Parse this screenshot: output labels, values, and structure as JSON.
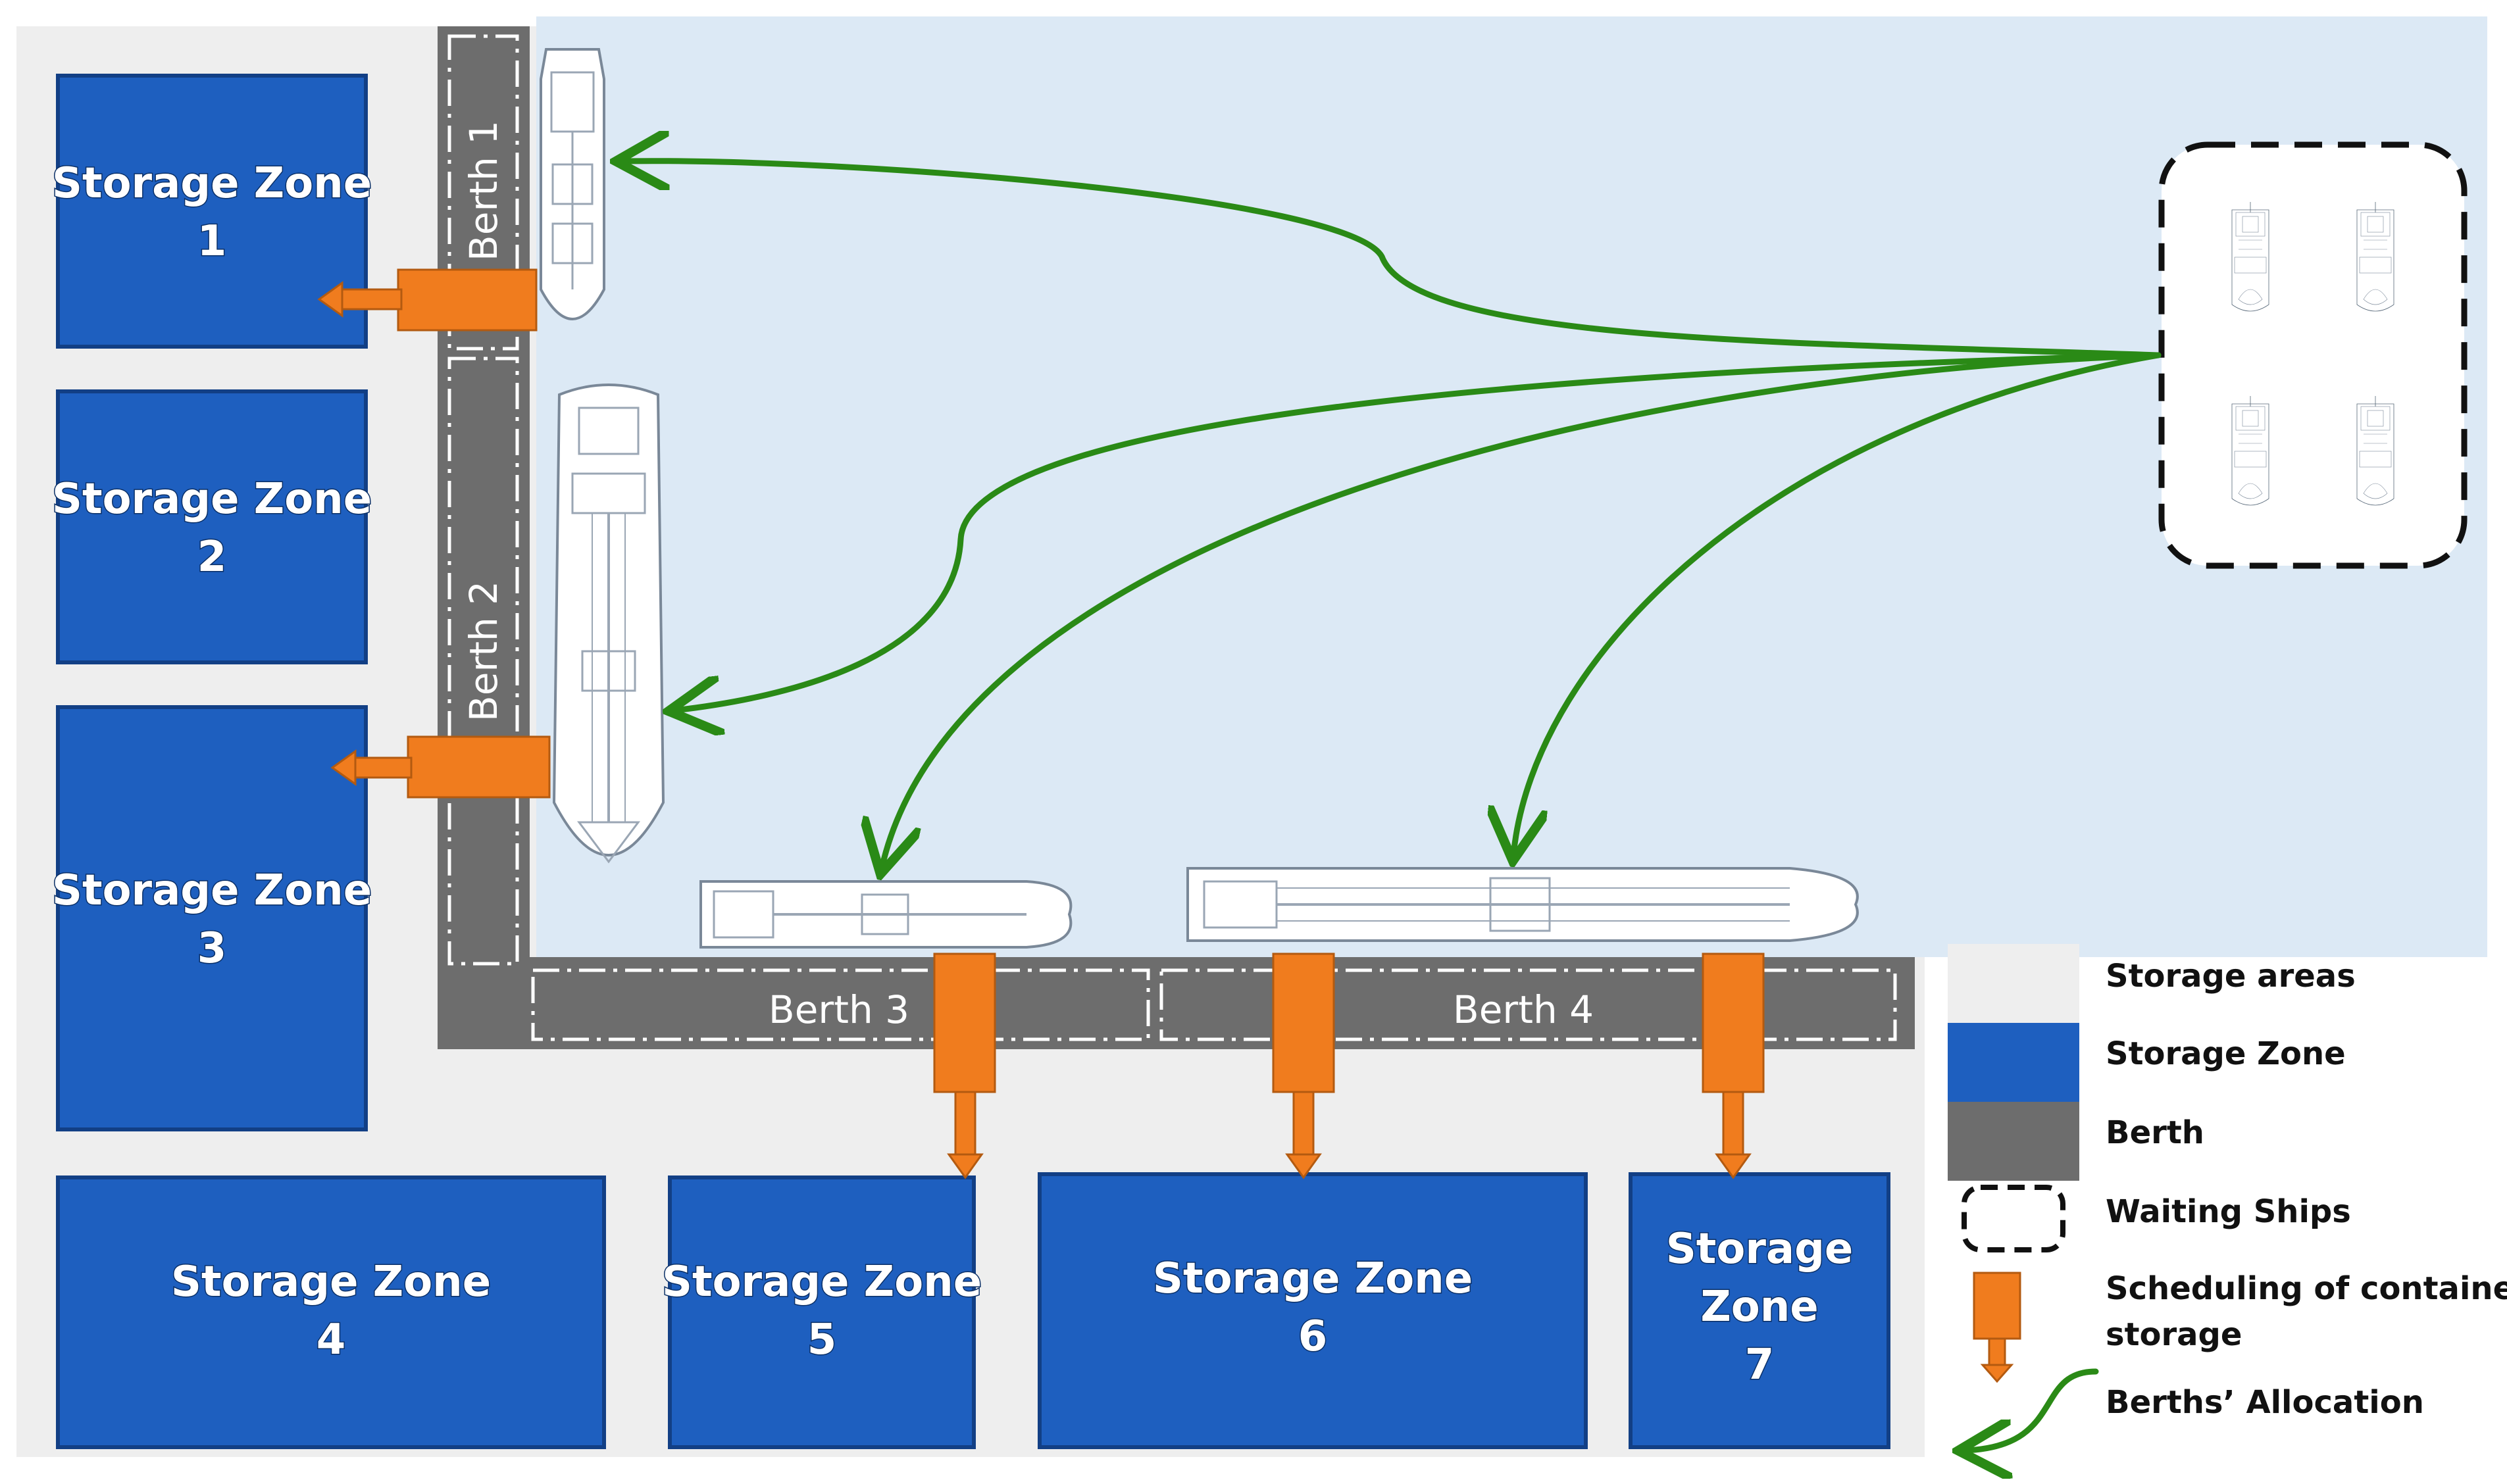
{
  "zones": {
    "z1": {
      "line1": "Storage Zone",
      "line2": "1"
    },
    "z2": {
      "line1": "Storage Zone",
      "line2": "2"
    },
    "z3": {
      "line1": "Storage Zone",
      "line2": "3"
    },
    "z4": {
      "line1": "Storage Zone",
      "line2": "4"
    },
    "z5": {
      "line1": "Storage Zone",
      "line2": "5"
    },
    "z6": {
      "line1": "Storage Zone",
      "line2": "6"
    },
    "z7": {
      "line1": "Storage",
      "line2": "Zone",
      "line3": "7"
    }
  },
  "berths": {
    "b1": "Berth 1",
    "b2": "Berth 2",
    "b3": "Berth 3",
    "b4": "Berth 4"
  },
  "legend": {
    "storage_areas": "Storage areas",
    "storage_zone": "Storage Zone",
    "berth": "Berth",
    "waiting_ships": "Waiting Ships",
    "scheduling_line1": "Scheduling of container",
    "scheduling_line2": "storage",
    "allocation": "Berths’ Allocation"
  },
  "colors": {
    "storage_area": "#eeeeee",
    "water": "#dce9f5",
    "storage_zone": "#1e5fbf",
    "berth": "#6d6d6d",
    "scheduling_arrow": "#f07c1e",
    "allocation_arrow": "#2a8a16"
  }
}
